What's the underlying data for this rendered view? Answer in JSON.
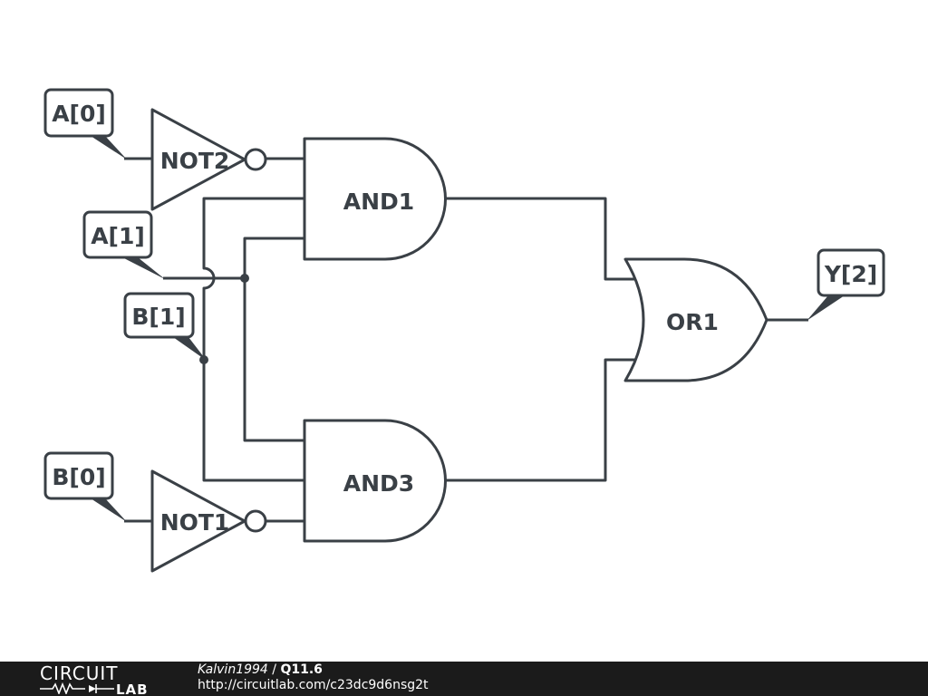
{
  "gates": {
    "not2": "NOT2",
    "not1": "NOT1",
    "and1": "AND1",
    "and3": "AND3",
    "or1": "OR1"
  },
  "labels": {
    "a0": "A[0]",
    "a1": "A[1]",
    "b1": "B[1]",
    "b0": "B[0]",
    "y2": "Y[2]"
  },
  "footer": {
    "logo_top": "CIRCUIT",
    "logo_bottom": "LAB",
    "author": "Kalvin1994",
    "separator": " / ",
    "title": "Q11.6",
    "url": "http://circuitlab.com/c23dc9d6nsg2t"
  },
  "colors": {
    "stroke": "#3a4046",
    "footer_bg": "#1b1b1b"
  }
}
